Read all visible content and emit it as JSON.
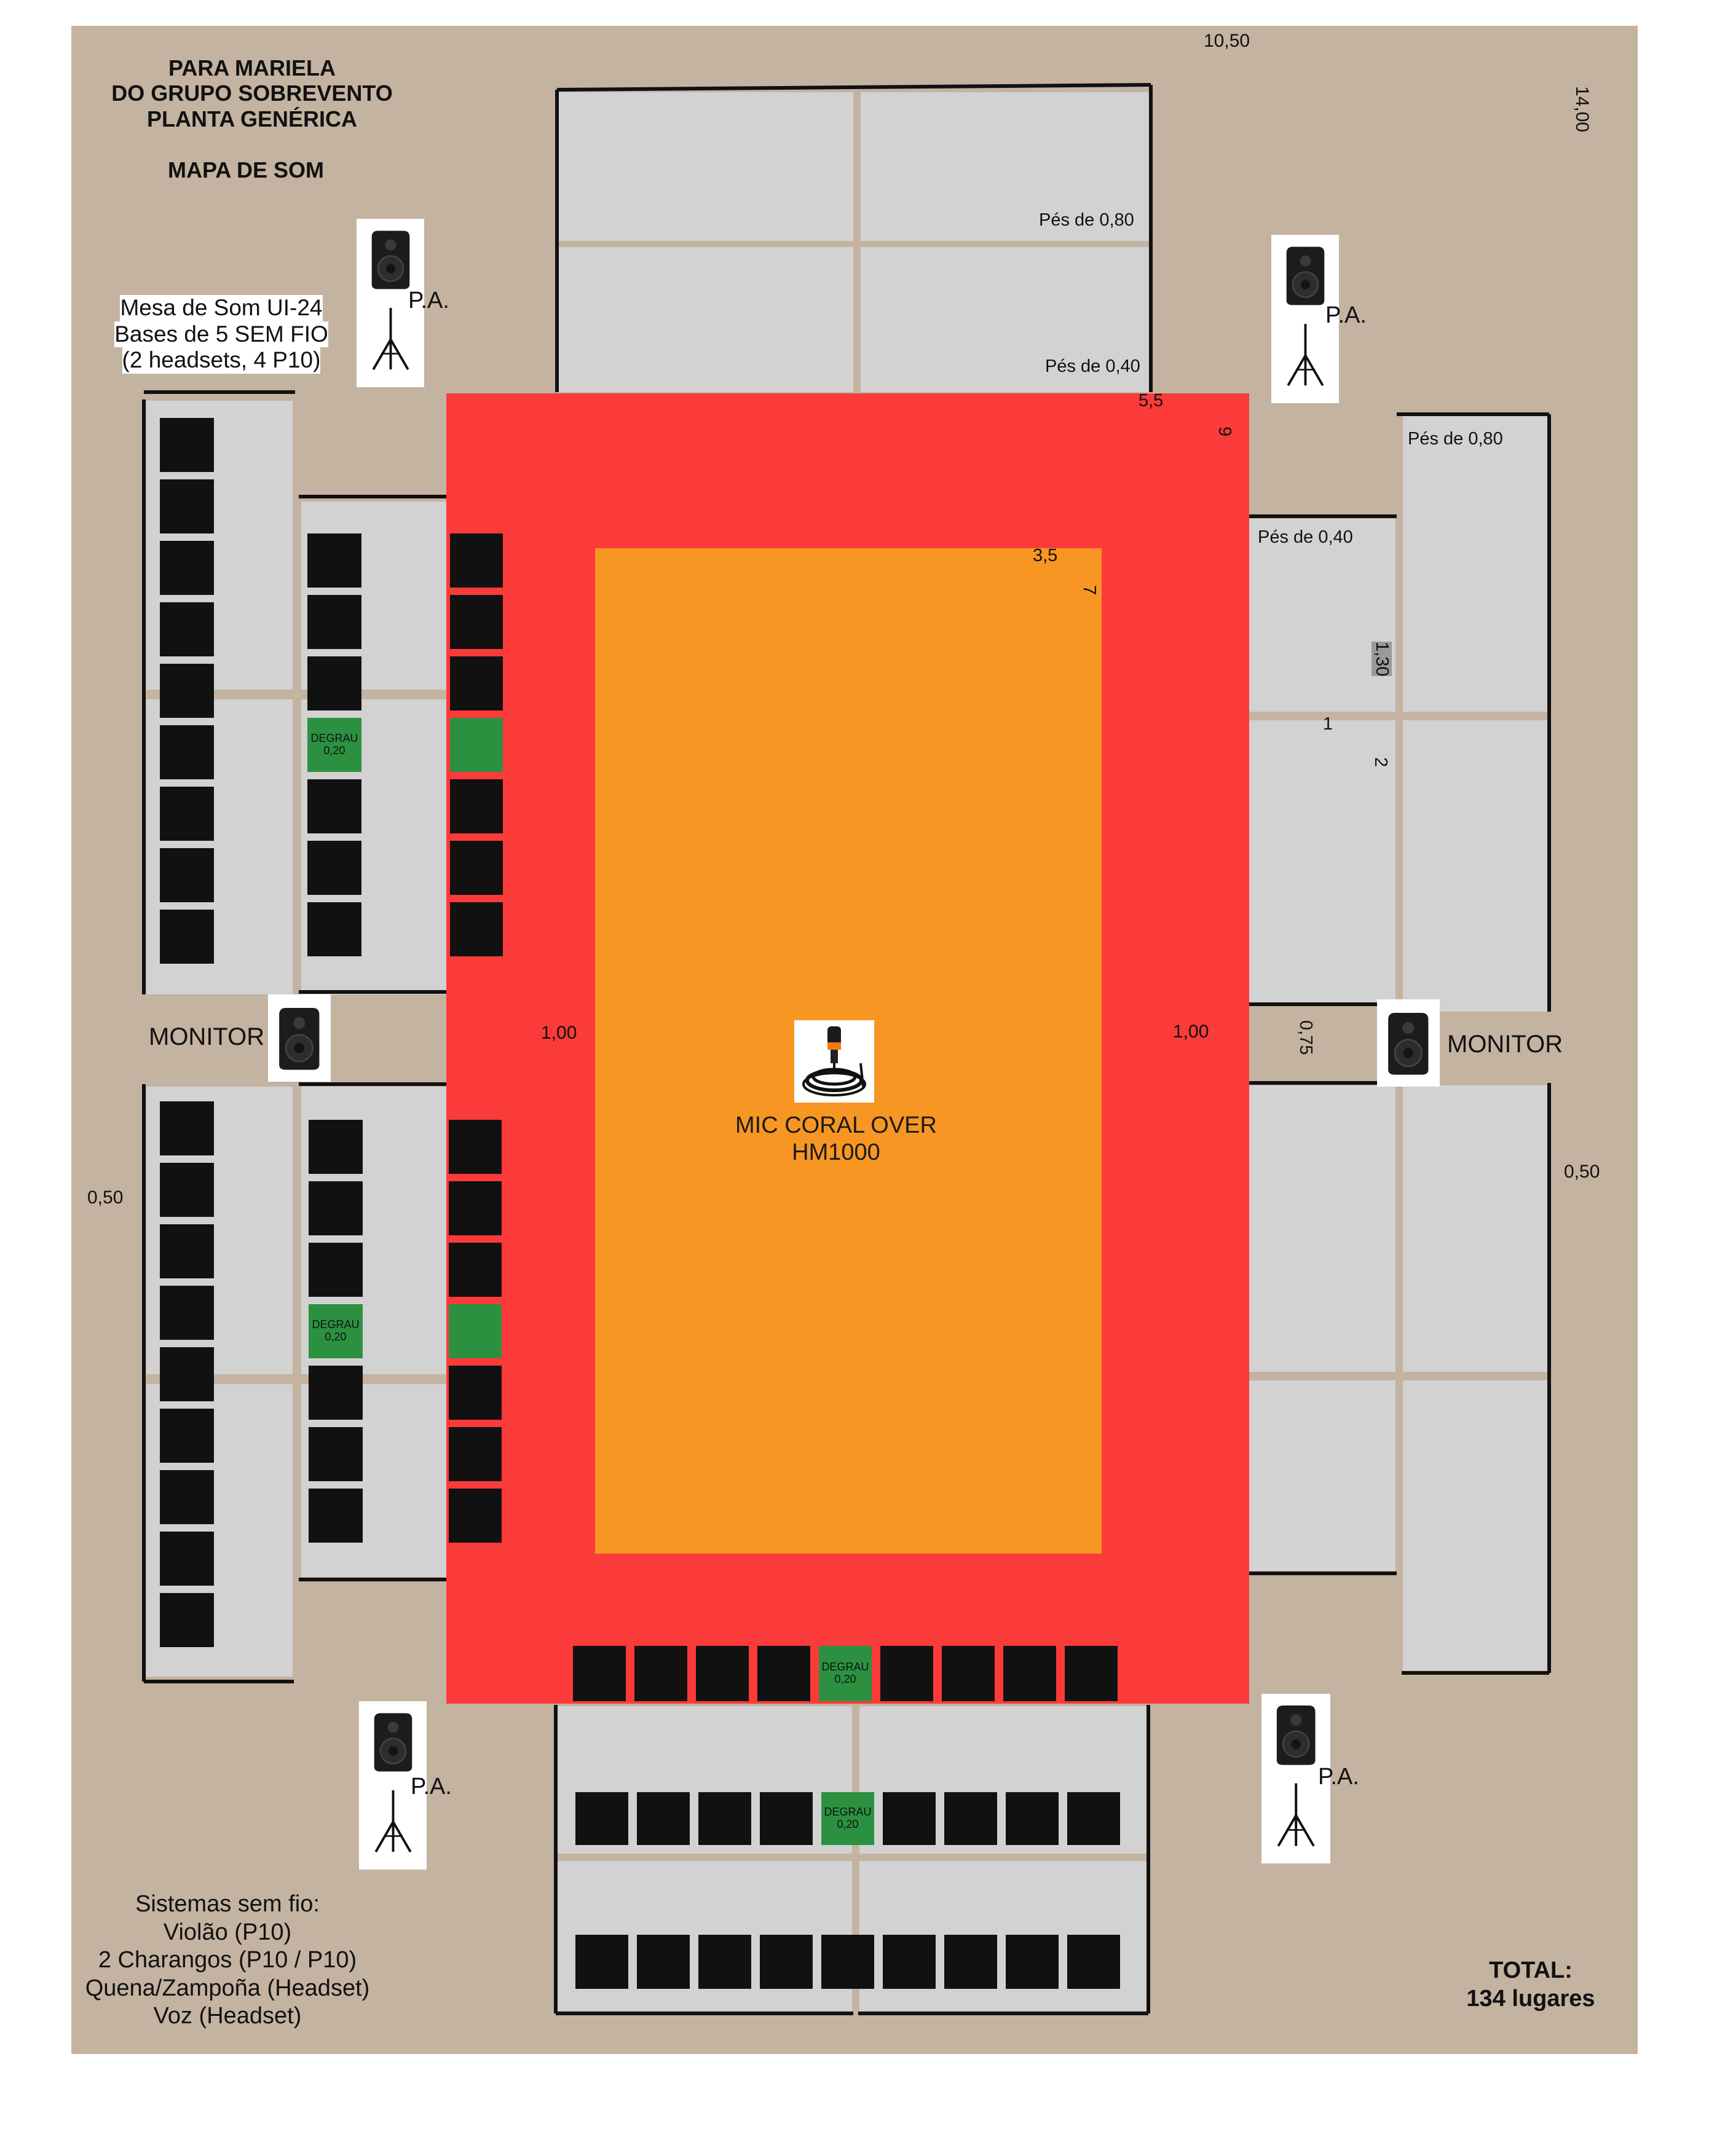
{
  "title": {
    "line1": "PARA MARIELA",
    "line2": "DO GRUPO SOBREVENTO",
    "line3": "PLANTA GENÉRICA",
    "map_label": "MAPA DE SOM"
  },
  "mixer": {
    "line1": "Mesa de Som UI-24",
    "line2": "Bases de 5 SEM FIO",
    "line3": "(2 headsets, 4 P10)"
  },
  "wireless_systems": {
    "heading": "Sistemas sem fio:",
    "items": [
      "Violão (P10)",
      "2 Charangos (P10 / P10)",
      "Quena/Zampoña (Headset)",
      "Voz (Headset)"
    ]
  },
  "total": {
    "label": "TOTAL:",
    "value": "134 lugares"
  },
  "speakers": {
    "pa_label": "P.A.",
    "monitor_label": "MONITOR"
  },
  "mic": {
    "line1": "MIC CORAL OVER",
    "line2": "HM1000"
  },
  "step_label": {
    "line1": "DEGRAU",
    "line2": "0,20"
  },
  "measurements": {
    "width_total": "10,50",
    "depth_total": "14,00",
    "red_width": "5,5",
    "red_depth": "9",
    "orange_width": "3,5",
    "orange_depth": "7",
    "left_gap": "1,00",
    "right_gap": "1,00",
    "left_aisle": "0,50",
    "right_aisle": "0,50",
    "right_monitor_gap": "0,75",
    "riser_depth": "1,30",
    "riser_1": "1",
    "riser_2": "2",
    "feet_080_top": "Pés de 0,80",
    "feet_040_top": "Pés de 0,40",
    "feet_080_right": "Pés de 0,80",
    "feet_040_right": "Pés de 0,40"
  },
  "colors": {
    "background": "#c4b3a1",
    "platform": "#d2d2d2",
    "stage_outer": "#fb3a3a",
    "stage_inner": "#f79622",
    "seat": "#111111",
    "step": "#2b9140"
  }
}
